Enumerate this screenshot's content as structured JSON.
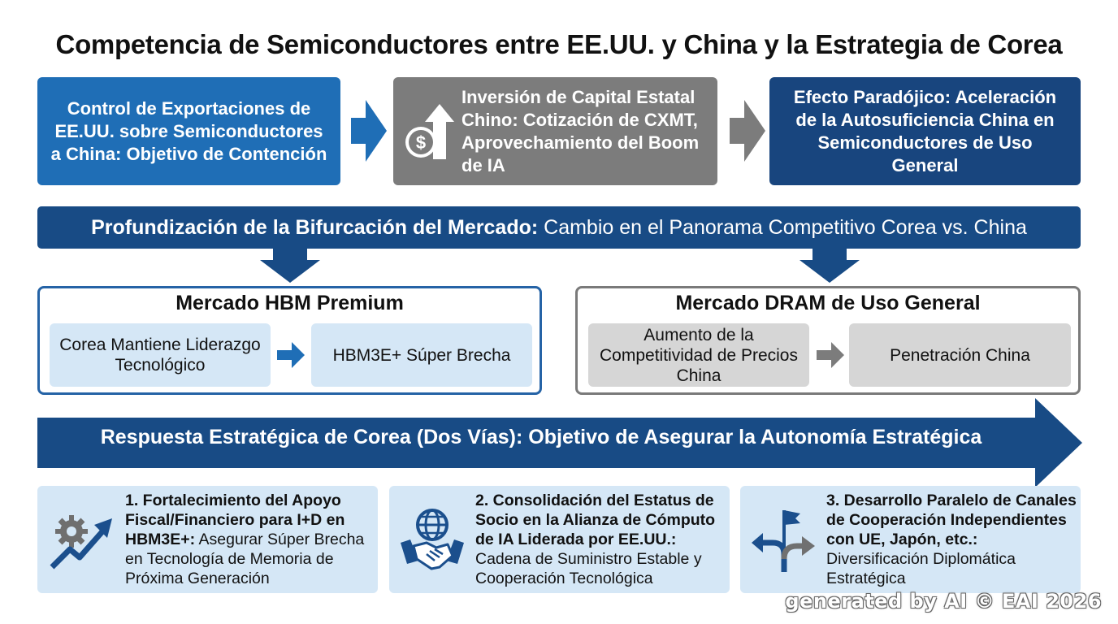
{
  "title": "Competencia de Semiconductores entre EE.UU. y China y la Estrategia de Corea",
  "top_flow": {
    "us_controls": "Control de Exportaciones de EE.UU. sobre Semiconductores a China: Objetivo de Contención",
    "china_investment": "Inversión de Capital Estatal Chino: Cotización de CXMT, Aprovechamiento del Boom de IA",
    "paradox": "Efecto Paradójico: Aceleración de la Autosuficiencia China en Semiconductores de Uso General"
  },
  "band": {
    "bold": "Profundización de la Bifurcación del Mercado:",
    "regular": " Cambio en el Panorama Competitivo Corea vs. China"
  },
  "markets": {
    "hbm": {
      "title": "Mercado HBM Premium",
      "left": "Corea Mantiene Liderazgo Tecnológico",
      "right": "HBM3E+ Súper Brecha"
    },
    "dram": {
      "title": "Mercado DRAM de Uso General",
      "left": "Aumento de la Competitividad de Precios China",
      "right": "Penetración China"
    }
  },
  "strategy_banner": "Respuesta Estratégica de Corea (Dos Vías): Objetivo de Asegurar la Autonomía Estratégica",
  "cards": [
    {
      "bold": "1. Fortalecimiento del Apoyo Fiscal/Financiero para I+D en HBM3E+:",
      "regular": " Asegurar Súper Brecha en Tecnología de Memoria de Próxima Generación",
      "icon": "gear-growth-arrow-icon"
    },
    {
      "bold": "2. Consolidación del Estatus de Socio en la Alianza de Cómputo de IA Liderada por EE.UU.:",
      "regular": " Cadena de Suministro Estable y Cooperación Tecnológica",
      "icon": "globe-handshake-icon"
    },
    {
      "bold": "3. Desarrollo Paralelo de Canales de Cooperación Independientes con UE, Japón, etc.:",
      "regular": " Diversificación Diplomática Estratégica",
      "icon": "flag-split-arrows-icon"
    }
  ],
  "watermark": "generated by AI © EAI 2026",
  "colors": {
    "blue": "#1f6eb6",
    "navy": "#18457e",
    "gray": "#7c7c7c",
    "light_blue": "#d5e7f6",
    "light_gray": "#d6d6d6"
  }
}
